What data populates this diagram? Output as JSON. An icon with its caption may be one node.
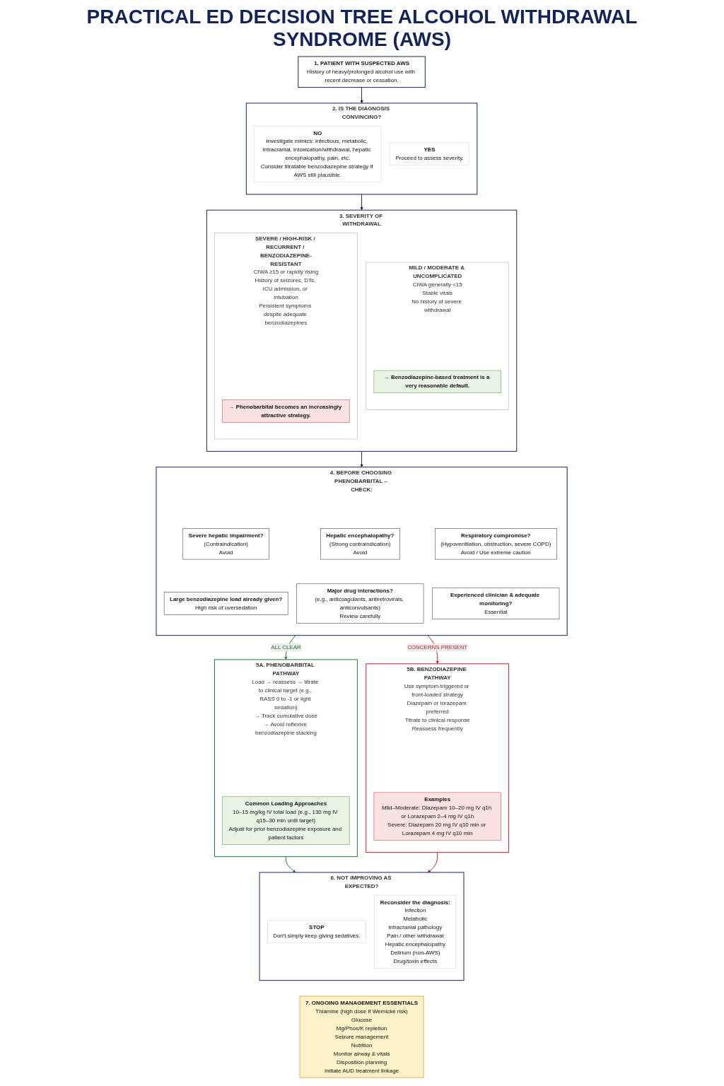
{
  "diagram": {
    "title": "PRACTICAL ED DECISION TREE ALCOHOL WITHDRAWAL SYNDROME (AWS)",
    "nodes": [
      {
        "text": [
          "1. PATIENT WITH SUSPECTED AWS",
          "History of heavy/prolonged alcohol use with recent decrease or cessation."
        ]
      },
      {
        "text": [
          "2. IS THE DIAGNOSIS CONVINCING?"
        ]
      },
      {
        "text": [
          "NO",
          "Investigate mimics: infectious, metabolic, intracranial, intoxication/withdrawal, hepatic encephalopathy, pain, etc.",
          "Consider titratable benzodiazepine strategy if AWS still plausible."
        ],
        "in": 1
      },
      {
        "text": [
          "YES",
          "Proceed to assess severity."
        ],
        "in": 1
      },
      {
        "text": [
          "3. SEVERITY OF WITHDRAWAL"
        ]
      },
      {
        "text": [
          "MILD / MODERATE & UNCOMPLICATED",
          "CIWA generally <15",
          "Stable vitals",
          "No history of severe withdrawal"
        ],
        "in": 4
      },
      {
        "text": [
          "→ Benzodiazepine-based treatment is a very reasonable default."
        ],
        "in": 5
      },
      {
        "text": [
          "SEVERE / HIGH-RISK / RECURRENT / BENZODIAZEPINE-RESISTANT",
          "CIWA ≥15 or rapidly rising",
          "History of seizures, DTs, ICU admission, or intubation",
          "Persistent symptoms despite adequate benzodiazepines"
        ],
        "in": 4
      },
      {
        "text": [
          "→ Phenobarbital becomes an increasingly attractive strategy."
        ],
        "in": 7
      },
      {
        "text": [
          "4. BEFORE CHOOSING PHENOBARBITAL – CHECK:"
        ]
      },
      {
        "text": [
          "Severe hepatic impairment?",
          "(Contraindication)",
          "Avoid"
        ],
        "in": 9
      },
      {
        "text": [
          "Hepatic encephalopathy?",
          "(Strong contraindication)",
          "Avoid"
        ],
        "in": 9
      },
      {
        "text": [
          "Respiratory compromise?",
          "(Hypoventilation, obstruction, severe COPD)",
          "Avoid / Use extreme caution"
        ],
        "in": 9
      },
      {
        "text": [
          "Large benzodiazepine load already given?",
          "High risk of oversedation"
        ],
        "in": 9
      },
      {
        "text": [
          "Major drug interactions?",
          "(e.g., anticoagulants, antiretrovirals, anticonvulsants)",
          "Review carefully"
        ],
        "in": 9
      },
      {
        "text": [
          "Experienced clinician & adequate monitoring?",
          "Essential"
        ],
        "in": 9
      },
      {
        "text": [
          "5A. PHENOBARBITAL PATHWAY",
          "Load → reassess → titrate to clinical target (e.g., RASS 0 to -1 or light sedation)",
          "→ Track cumulative dose",
          "→ Avoid reflexive benzodiazepine stacking"
        ]
      },
      {
        "text": [
          "Common Loading Approaches",
          "10–15 mg/kg IV total load (e.g., 130 mg IV q15–30 min until target)",
          "Adjust for prior benzodiazepine exposure and patient factors"
        ],
        "in": 16
      },
      {
        "text": [
          "5B. BENZODIAZEPINE PATHWAY",
          "Use symptom-triggered or front-loaded strategy",
          "Diazepam or lorazepam preferred",
          "Titrate to clinical response",
          "Reassess frequently"
        ]
      },
      {
        "text": [
          "Examples",
          "Mild–Moderate: Diazepam 10–20 mg IV q1h or Lorazepam 2–4 mg IV q1h",
          "Severe: Diazepam 20 mg IV q10 min or Lorazepam 4 mg IV q10 min"
        ],
        "in": 18
      },
      {
        "text": [
          "6. NOT IMPROVING AS EXPECTED?"
        ]
      },
      {
        "text": [
          "STOP",
          "Don't simply keep giving sedatives."
        ],
        "in": 20
      },
      {
        "text": [
          "Reconsider the diagnosis:",
          "Infection",
          "Metabolic",
          "Intracranial pathology",
          "Pain / other withdrawal",
          "Hepatic encephalopathy",
          "Delirium (non-AWS)",
          "Drug/toxin effects"
        ],
        "in": 20
      },
      {
        "text": [
          "7. ONGOING MANAGEMENT ESSENTIALS",
          "Thiamine (high dose if Wernicke risk)",
          "Glucose",
          "Mg/Phos/K repletion",
          "Seizure management",
          "Nutrition",
          "Monitor airway & vitals",
          "Disposition planning",
          "Initiate AUD treatment linkage"
        ]
      }
    ],
    "edges": [
      {
        "from": 0,
        "to": 1,
        "arrow": "to"
      },
      {
        "from": 1,
        "to": 4,
        "arrow": "to"
      },
      {
        "from": 4,
        "to": 9,
        "arrow": "to"
      },
      {
        "from": 9,
        "to": 16,
        "arrow": "to",
        "label": "ALL CLEAR",
        "color": "#1e7a34"
      },
      {
        "from": 9,
        "to": 18,
        "arrow": "to",
        "label": "CONCERNS PRESENT",
        "color": "#c41e24"
      },
      {
        "from": 16,
        "to": 20,
        "arrow": "to",
        "color": "#1e7a34"
      },
      {
        "from": 18,
        "to": 20,
        "arrow": "to",
        "color": "#c41e24"
      }
    ]
  }
}
